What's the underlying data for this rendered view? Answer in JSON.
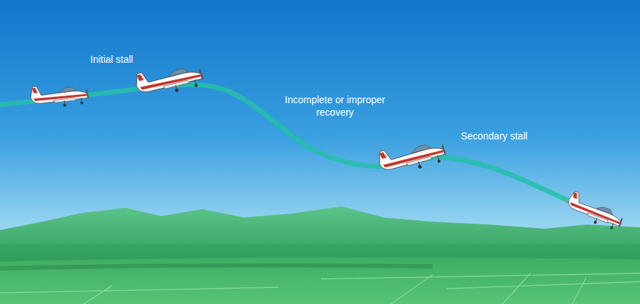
{
  "diagram": {
    "labels": [
      "Initial stall",
      "Incomplete or improper recovery",
      "Secondary stall"
    ]
  }
}
